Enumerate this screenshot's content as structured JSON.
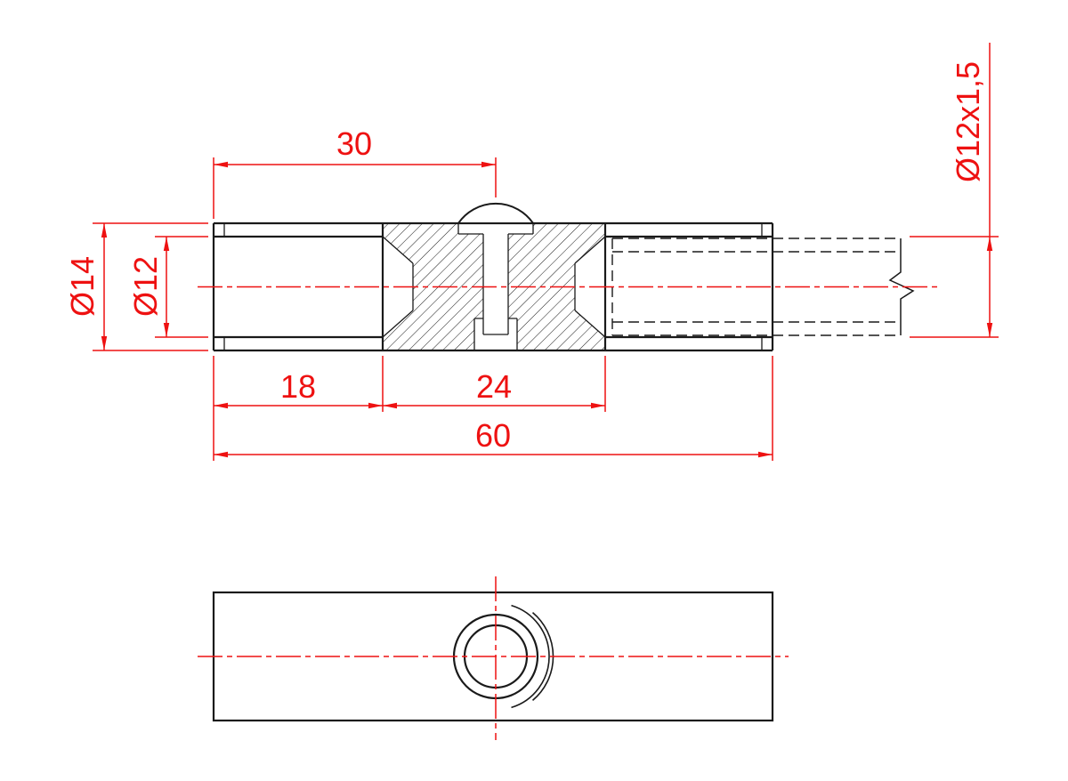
{
  "page": {
    "background": "#ffffff"
  },
  "drawing": {
    "line_color": "#1a1a1a",
    "dimension_color": "#ee1111",
    "dimensions": {
      "dist_left_to_screw": "30",
      "outer_dia": "Ø14",
      "bore_dia": "Ø12",
      "insert_depth": "18",
      "body_length": "24",
      "overall_length": "60",
      "tube_spec": "Ø12x1,5"
    }
  }
}
